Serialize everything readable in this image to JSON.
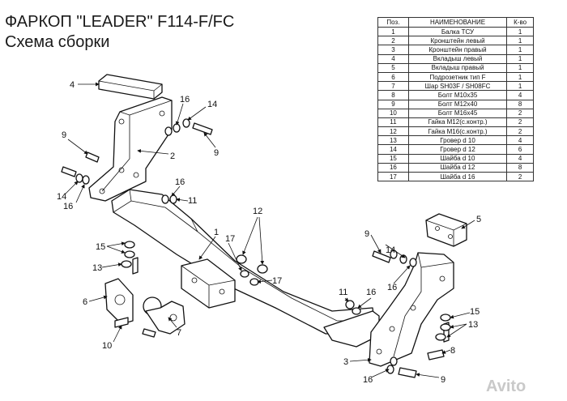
{
  "title": {
    "line1": "ФАРКОП \"LEADER\" F114-F/FC",
    "line2": "Схема сборки"
  },
  "table": {
    "headers": [
      "Поз.",
      "НАИМЕНОВАНИЕ",
      "К-во"
    ],
    "rows": [
      [
        "1",
        "Балка ТСУ",
        "1"
      ],
      [
        "2",
        "Кронштейн левый",
        "1"
      ],
      [
        "3",
        "Кронштейн правый",
        "1"
      ],
      [
        "4",
        "Вкладыш левый",
        "1"
      ],
      [
        "5",
        "Вкладыш правый",
        "1"
      ],
      [
        "6",
        "Подрозетник тип F",
        "1"
      ],
      [
        "7",
        "Шар SH03F / SH08FC",
        "1"
      ],
      [
        "8",
        "Болт М10х35",
        "4"
      ],
      [
        "9",
        "Болт М12х40",
        "8"
      ],
      [
        "10",
        "Болт М16х45",
        "2"
      ],
      [
        "11",
        "Гайка М12(с.контр.)",
        "2"
      ],
      [
        "12",
        "Гайка М16(с.контр.)",
        "2"
      ],
      [
        "13",
        "Гровер d 10",
        "4"
      ],
      [
        "14",
        "Гровер d 12",
        "6"
      ],
      [
        "15",
        "Шайба d 10",
        "4"
      ],
      [
        "16",
        "Шайба d 12",
        "8"
      ],
      [
        "17",
        "Шайба d 16",
        "2"
      ]
    ]
  },
  "callouts": [
    "4",
    "16",
    "14",
    "9",
    "9",
    "2",
    "14",
    "16",
    "16",
    "11",
    "12",
    "1",
    "17",
    "17",
    "15",
    "13",
    "6",
    "7",
    "10",
    "9",
    "14",
    "16",
    "5",
    "11",
    "16",
    "15",
    "13",
    "8",
    "3",
    "16",
    "9"
  ],
  "watermark": "Avito"
}
